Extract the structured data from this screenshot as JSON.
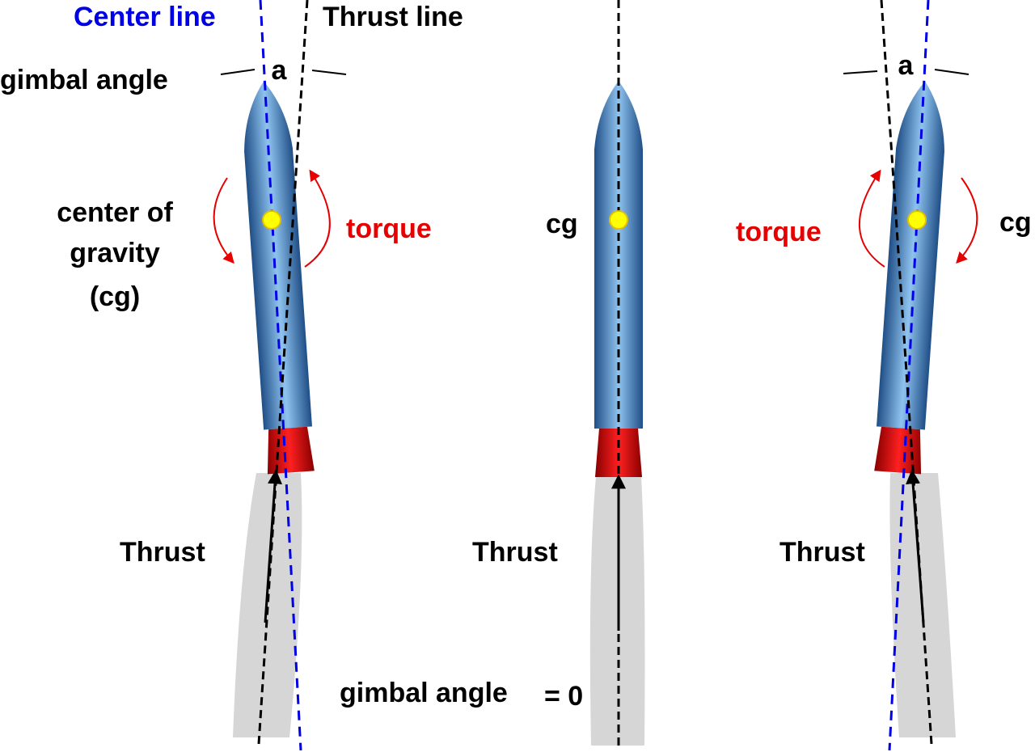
{
  "colors": {
    "center_line": "#0000e6",
    "torque": "#e60000",
    "thrust_line": "#000000",
    "cg_marker": "#ffff00",
    "body_dark": "#1f4e86",
    "body_light": "#8fc3ef",
    "nozzle": "#c00000",
    "plume": "#d6d6d6",
    "text": "#000000"
  },
  "left": {
    "center_line_label": "Center line",
    "thrust_line_label": "Thrust line",
    "gimbal_angle_label": "gimbal angle",
    "angle_symbol": "a",
    "cg_label_line1": "center of",
    "cg_label_line2": "gravity",
    "cg_label_line3": "(cg)",
    "torque_label": "torque",
    "thrust_label": "Thrust"
  },
  "middle": {
    "cg_label": "cg",
    "thrust_label": "Thrust",
    "gimbal_angle_label": "gimbal angle",
    "gimbal_value": "= 0"
  },
  "right": {
    "angle_symbol": "a",
    "torque_label": "torque",
    "cg_label": "cg",
    "thrust_label": "Thrust"
  }
}
